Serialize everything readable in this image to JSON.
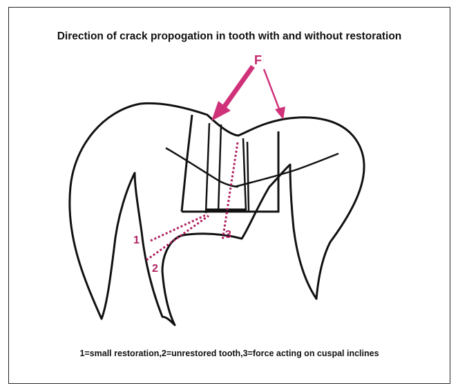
{
  "title": "Direction of crack propogation in tooth with and without restoration",
  "force_label": "F",
  "crack_labels": [
    "1",
    "2",
    "3"
  ],
  "caption": "1=small restoration,2=unrestored tooth,3=force acting on cuspal inclines",
  "colors": {
    "outline": "#111111",
    "accent": "#d0327a",
    "crack": "#b02060"
  }
}
